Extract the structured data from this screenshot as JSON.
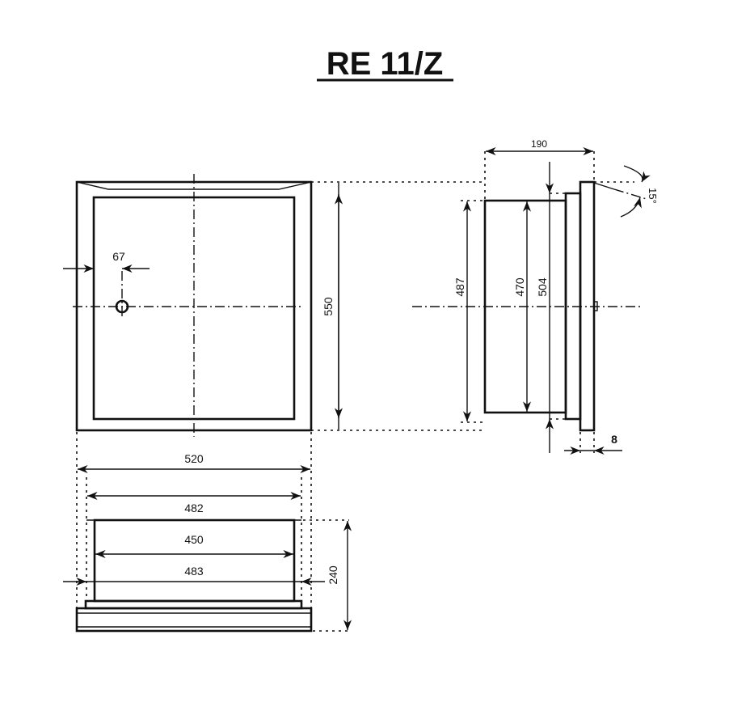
{
  "title": "RE 11/Z",
  "front_view": {
    "dim_keyhole": "67",
    "dim_height": "550",
    "dim_width": "520",
    "dim_482": "482"
  },
  "bottom_view": {
    "dim_450": "450",
    "dim_483": "483",
    "dim_depth": "240"
  },
  "side_view": {
    "dim_depth": "190",
    "dim_487": "487",
    "dim_470": "470",
    "dim_504": "504",
    "dim_thickness": "8",
    "angle": "15°"
  }
}
